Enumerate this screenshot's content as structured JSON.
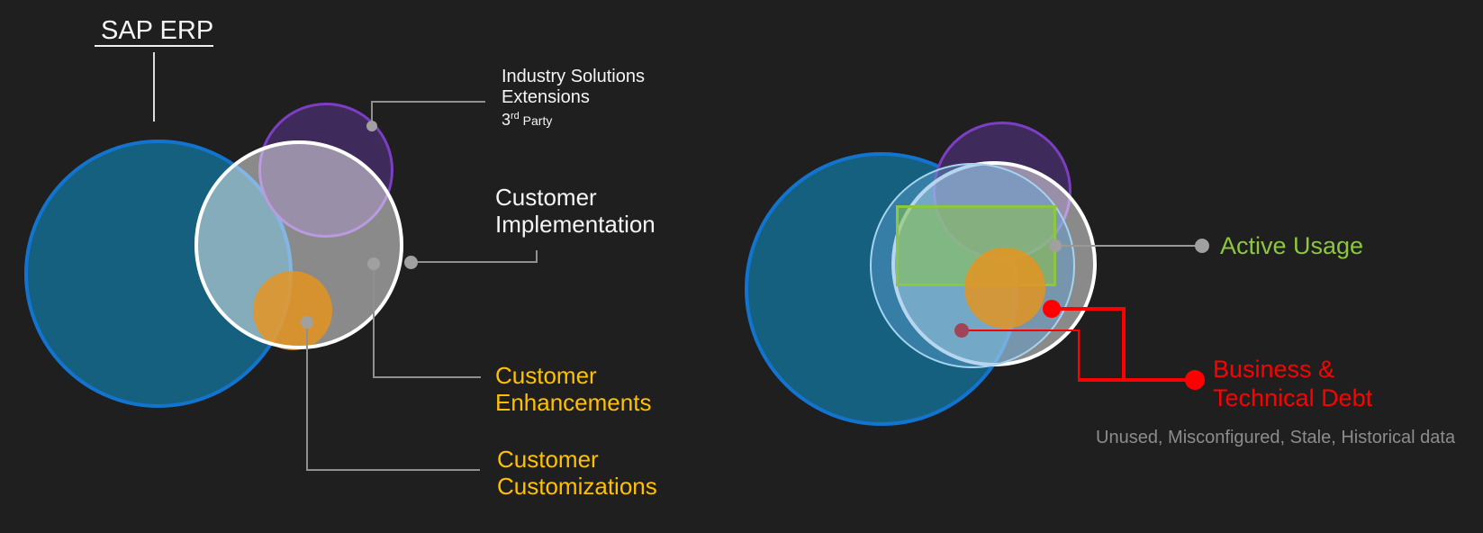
{
  "colors": {
    "background": "#1f1f1f",
    "erp_fill": "#15607e",
    "erp_border": "#1274ce",
    "third_party_fill": "#3e2a5b",
    "third_party_border": "#7c3ec3",
    "implementation_border": "#ffffff",
    "customization_orange": "#e8941c",
    "overlay_blue_border": "#a5d3ee",
    "active_usage_green": "#8dc63f",
    "debt_red": "#ff0000",
    "debt_maroon_dot": "#a04458",
    "gold_text": "#ffc000",
    "gray_text": "#8c8c8c",
    "connector_gray": "#909090"
  },
  "left_diagram": {
    "title": "SAP ERP",
    "industry_label": {
      "line1": "Industry Solutions",
      "line2": "Extensions",
      "third_party_num": "3",
      "third_party_sup": "rd",
      "third_party_rest": " Party"
    },
    "implementation_label": {
      "line1": "Customer",
      "line2": "Implementation"
    },
    "enhancements_label": {
      "line1": "Customer",
      "line2": "Enhancements"
    },
    "customizations_label": {
      "line1": "Customer",
      "line2": "Customizations"
    }
  },
  "right_diagram": {
    "active_usage_label": "Active Usage",
    "debt_label": {
      "line1": "Business &",
      "line2": "Technical Debt"
    },
    "note": "Unused, Misconfigured, Stale, Historical data"
  }
}
